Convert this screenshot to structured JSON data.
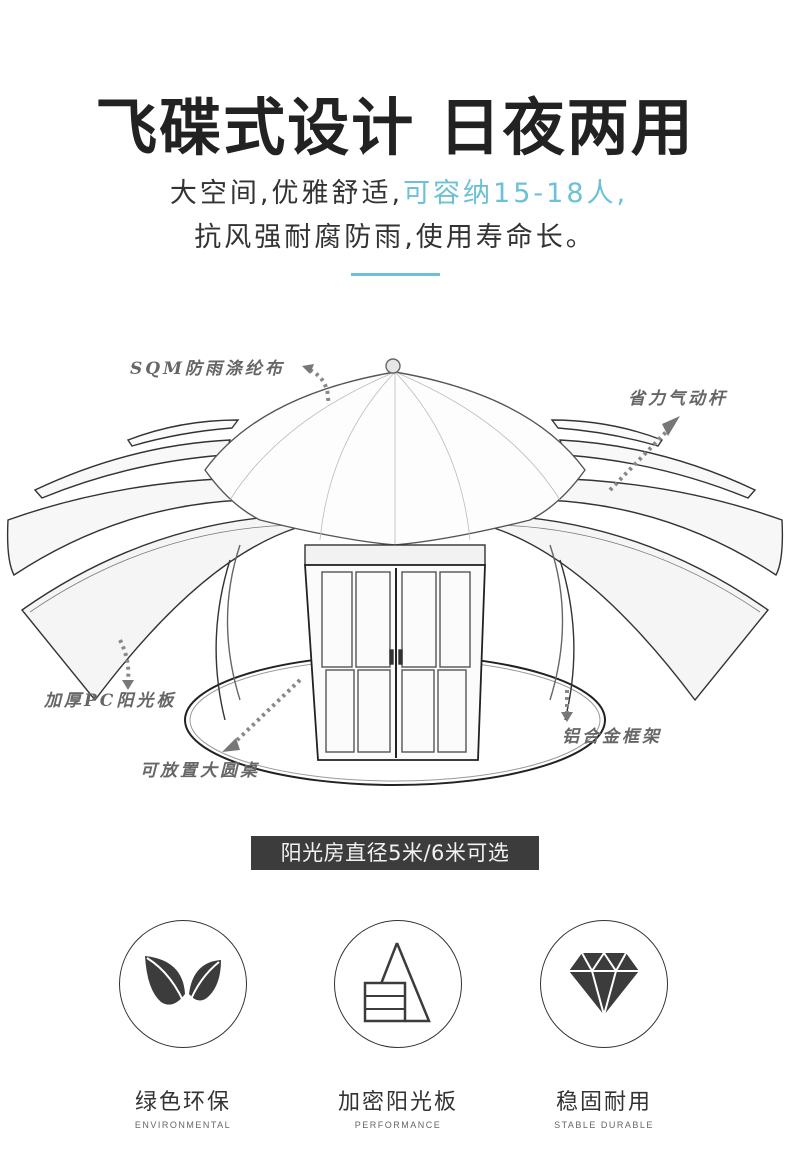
{
  "header": {
    "title": "飞碟式设计 日夜两用",
    "subtitle_line1_prefix": "大空间,优雅舒适,",
    "subtitle_line1_highlight": "可容纳15-18人,",
    "subtitle_line2": "抗风强耐腐防雨,使用寿命长。",
    "accent_color": "#6cc0d8"
  },
  "diagram": {
    "callouts": [
      {
        "id": "fabric",
        "label": "SQM防雨涤纶布"
      },
      {
        "id": "gas-strut",
        "label": "省力气动杆"
      },
      {
        "id": "pc-panel",
        "label": "加厚PC阳光板"
      },
      {
        "id": "table",
        "label": "可放置大圆桌"
      },
      {
        "id": "frame",
        "label": "铝合金框架"
      }
    ]
  },
  "size_badge": {
    "label": "阳光房直径5米/6米可选",
    "background": "#3c3c3c"
  },
  "features": [
    {
      "icon": "leaves-icon",
      "title": "绿色环保",
      "subtitle": "ENVIRONMENTAL"
    },
    {
      "icon": "panel-triangle-icon",
      "title": "加密阳光板",
      "subtitle": "PERFORMANCE"
    },
    {
      "icon": "diamond-icon",
      "title": "稳固耐用",
      "subtitle": "STABLE DURABLE"
    }
  ]
}
